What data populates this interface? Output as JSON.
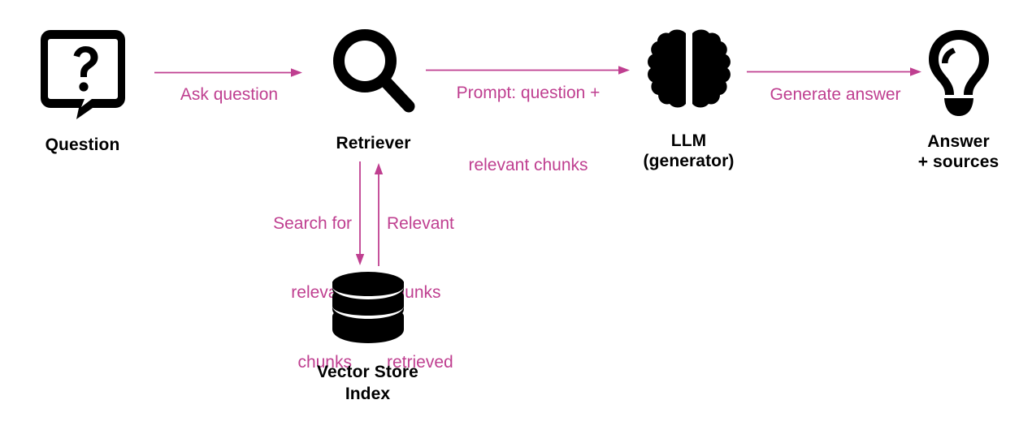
{
  "diagram": {
    "title_present": false,
    "background_color": "#ffffff",
    "accent_color": "#bf3f90",
    "icon_color": "#000000",
    "nodes": [
      {
        "id": "question",
        "icon": "speech-bubble-question-icon",
        "label_lines": [
          "Question"
        ]
      },
      {
        "id": "retriever",
        "icon": "magnifying-glass-icon",
        "label_lines": [
          "Retriever"
        ]
      },
      {
        "id": "llm",
        "icon": "brain-icon",
        "label_lines": [
          "LLM",
          "(generator)"
        ]
      },
      {
        "id": "answer",
        "icon": "lightbulb-icon",
        "label_lines": [
          "Answer",
          "+ sources"
        ]
      },
      {
        "id": "vector-store",
        "icon": "database-cylinder-icon",
        "label_lines": [
          "Vector Store",
          "Index"
        ]
      }
    ],
    "edges": [
      {
        "id": "ask-question",
        "from": "question",
        "to": "retriever",
        "direction": "right",
        "label_lines": [
          "Ask question"
        ]
      },
      {
        "id": "prompt",
        "from": "retriever",
        "to": "llm",
        "direction": "right",
        "label_lines": [
          "Prompt: question +",
          "relevant chunks"
        ]
      },
      {
        "id": "generate-answer",
        "from": "llm",
        "to": "answer",
        "direction": "right",
        "label_lines": [
          "Generate answer"
        ]
      },
      {
        "id": "search-chunks",
        "from": "retriever",
        "to": "vector-store",
        "direction": "down",
        "label_lines": [
          "Search for",
          "relevant",
          "chunks"
        ]
      },
      {
        "id": "chunks-retrieved",
        "from": "vector-store",
        "to": "retriever",
        "direction": "up",
        "label_lines": [
          "Relevant",
          "chunks",
          "retrieved"
        ]
      }
    ]
  },
  "labels": {
    "question": "Question",
    "retriever": "Retriever",
    "llm_line1": "LLM",
    "llm_line2": "(generator)",
    "answer_line1": "Answer",
    "answer_line2": "+ sources",
    "vector_store_line1": "Vector Store",
    "vector_store_line2": "Index",
    "edge_ask_question": "Ask question",
    "edge_prompt_line1": "Prompt: question +",
    "edge_prompt_line2": "relevant chunks",
    "edge_generate_answer": "Generate answer",
    "edge_search_line1": "Search for",
    "edge_search_line2": "relevant",
    "edge_search_line3": "chunks",
    "edge_retrieved_line1": "Relevant",
    "edge_retrieved_line2": "chunks",
    "edge_retrieved_line3": "retrieved"
  }
}
